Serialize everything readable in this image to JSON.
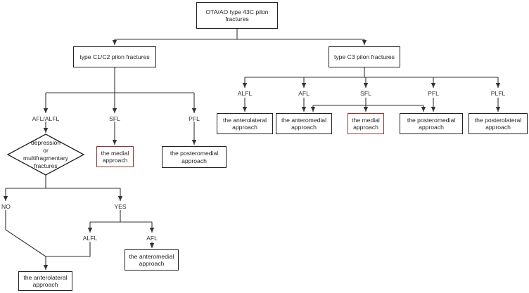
{
  "nodes": {
    "root": "OTA/AO type 43C pilon fractures",
    "c1c2": "type C1/C2 pilon fractures",
    "c3": "type C3 pilon fractures",
    "decision": "depression\nor\nmultifragmentary\nfractures",
    "c1_medial": "the medial\napproach",
    "c1_posteromedial": "the posteromedial\napproach",
    "c1_anteromedial": "the anteromedial\napproach",
    "c1_anterolateral": "the anterolateral\napproach",
    "c3_anterolateral": "the anterolateral\napproach",
    "c3_anteromedial": "the anteromedial\napproach",
    "c3_medial": "the medial\napproach",
    "c3_posteromedial": "the posteromedial\napproach",
    "c3_posterolateral": "the posterolateral\napproach"
  },
  "labels": {
    "c1_afl_alfl": "AFL/ALFL",
    "c1_sfl": "SFL",
    "c1_pfl": "PFL",
    "no": "NO",
    "yes": "YES",
    "yes_alfl": "ALFL",
    "yes_afl": "AFL",
    "c3_alfl": "ALFL",
    "c3_afl": "AFL",
    "c3_sfl": "SFL",
    "c3_pfl": "PFL",
    "c3_plfl": "PLFL"
  },
  "colors": {
    "line": "#333333",
    "box_border": "#222222",
    "highlight_border": "#8a3a32"
  }
}
